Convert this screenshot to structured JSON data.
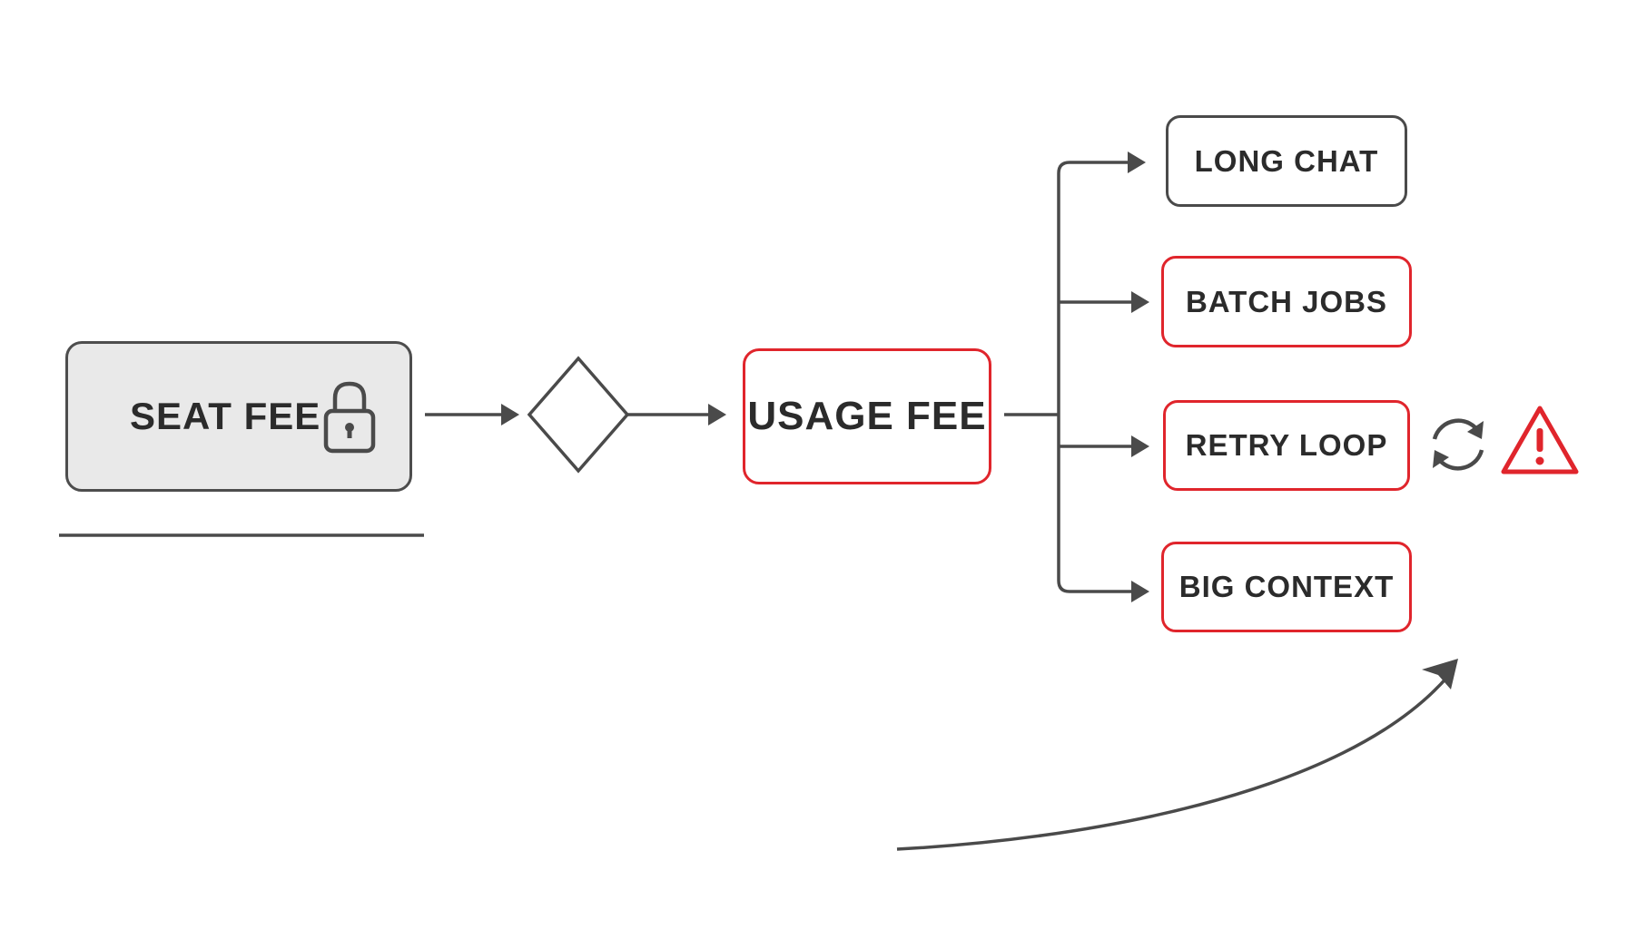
{
  "diagram": {
    "nodes": {
      "seat_fee": {
        "label": "SEAT FEE",
        "icon": "lock-icon"
      },
      "usage_fee": {
        "label": "USAGE FEE"
      },
      "long_chat": {
        "label": "LONG CHAT"
      },
      "batch_jobs": {
        "label": "BATCH JOBS"
      },
      "retry_loop": {
        "label": "RETRY LOOP",
        "icons": [
          "refresh-icon",
          "warning-icon"
        ]
      },
      "big_context": {
        "label": "BIG CONTEXT"
      }
    },
    "colors": {
      "neutral": "#4a4a4a",
      "highlight": "#e0252c",
      "seat_fill": "#e9e9e9"
    }
  }
}
